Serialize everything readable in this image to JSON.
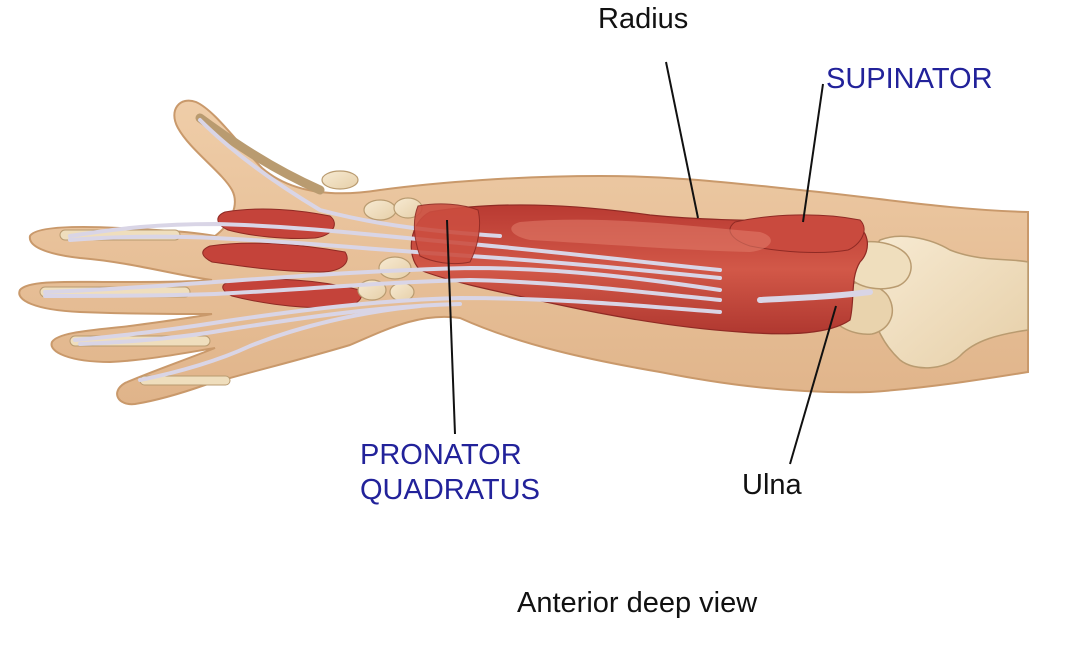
{
  "labels": {
    "radius": "Radius",
    "supinator": "SUPINATOR",
    "pronator_line1": "PRONATOR",
    "pronator_line2": "QUADRATUS",
    "ulna": "Ulna"
  },
  "caption": "Anterior deep view",
  "colors": {
    "skin": "#e8c29b",
    "skin_outline": "#c9996b",
    "muscle": "#c4433a",
    "muscle_highlight": "#e27d6c",
    "tendon": "#d9d5e6",
    "bone": "#f2dfbf",
    "label_blue": "#22229a",
    "label_black": "#111111",
    "leader_line": "#111111"
  }
}
